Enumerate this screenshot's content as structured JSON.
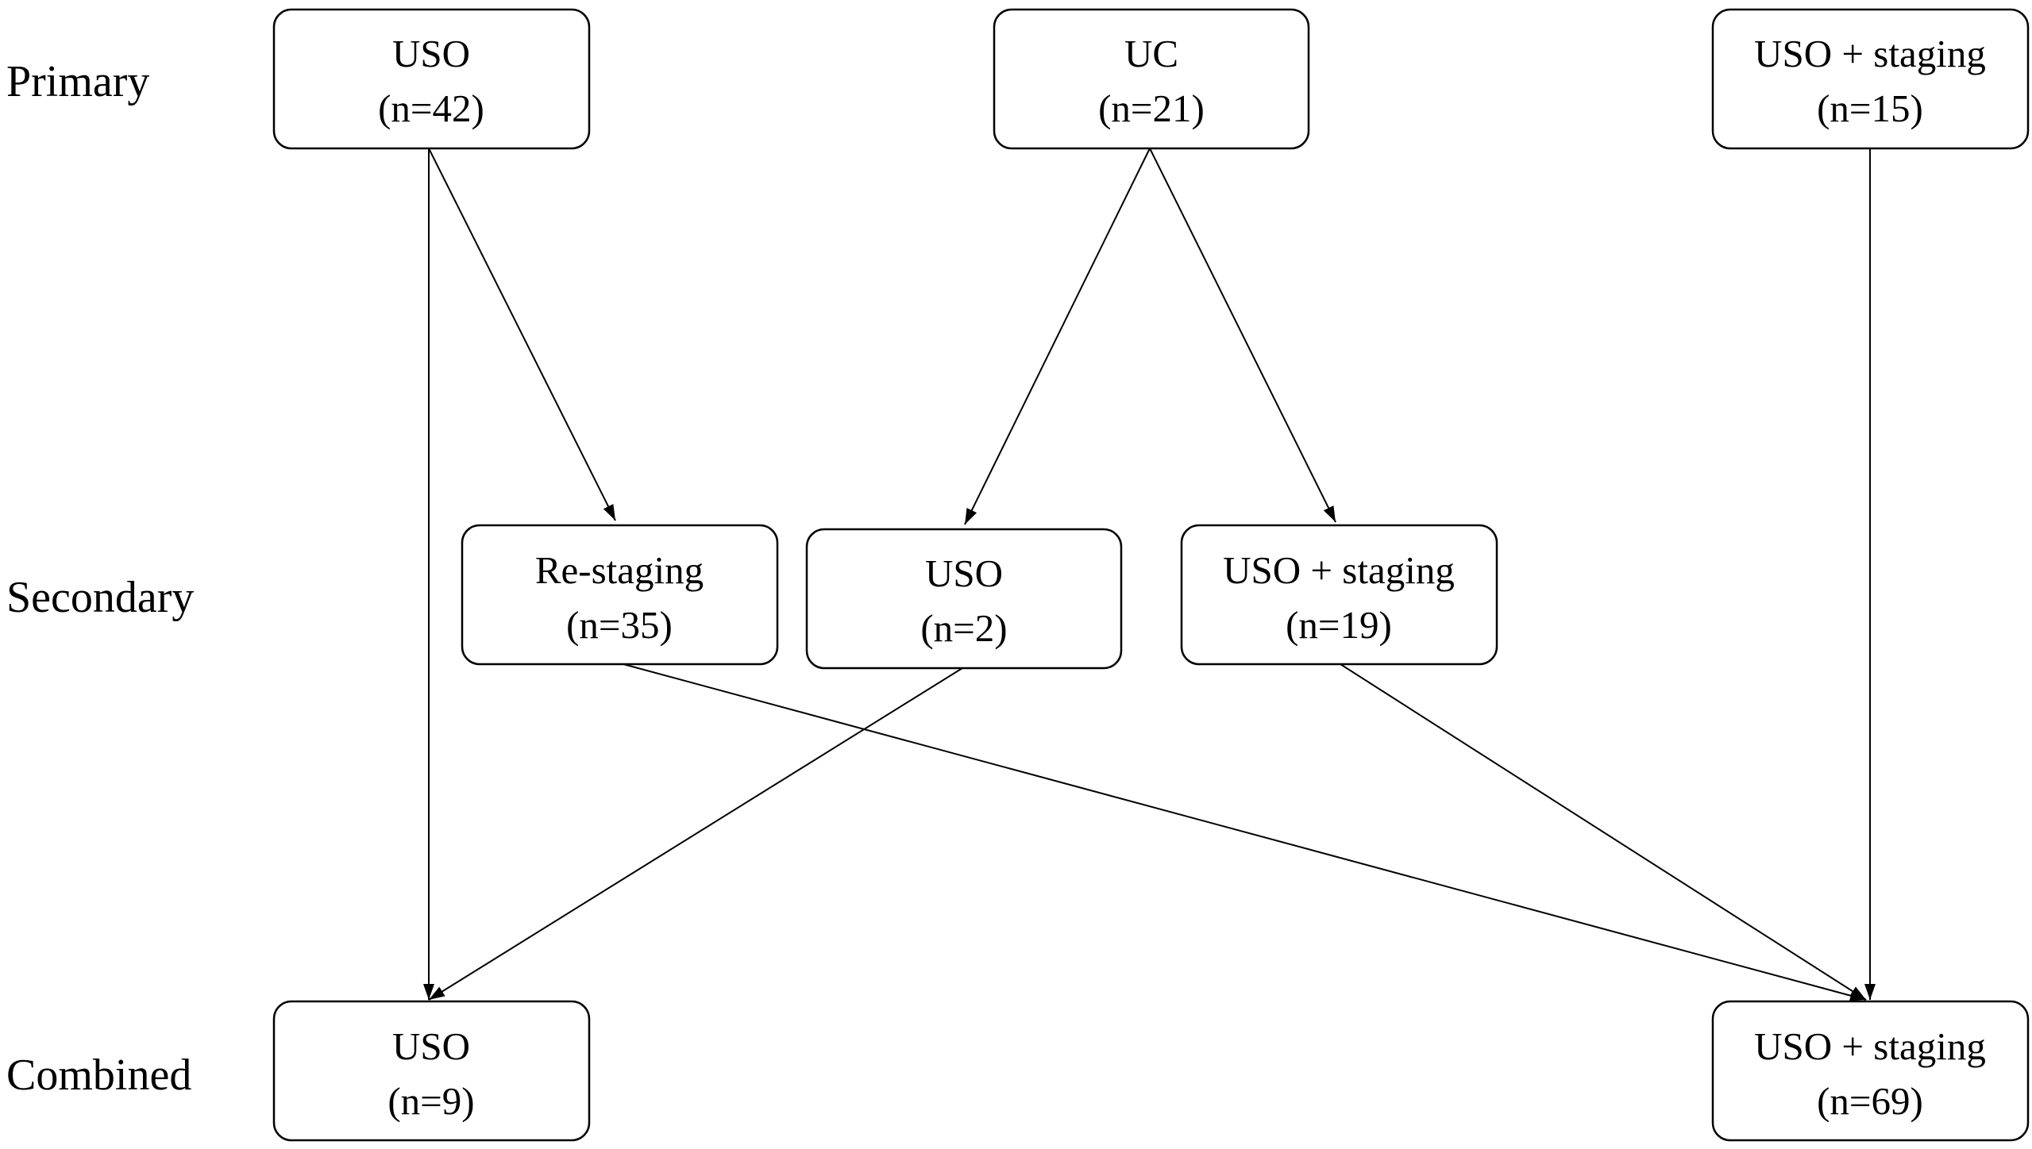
{
  "row_labels": {
    "primary": "Primary",
    "secondary": "Secondary",
    "combined": "Combined"
  },
  "nodes": {
    "primary_uso": {
      "line1": "USO",
      "line2": "(n=42)"
    },
    "primary_uc": {
      "line1": "UC",
      "line2": "(n=21)"
    },
    "primary_uso_staging": {
      "line1": "USO + staging",
      "line2": "(n=15)"
    },
    "secondary_restaging": {
      "line1": "Re-staging",
      "line2": "(n=35)"
    },
    "secondary_uso": {
      "line1": "USO",
      "line2": "(n=2)"
    },
    "secondary_uso_staging": {
      "line1": "USO + staging",
      "line2": "(n=19)"
    },
    "combined_uso": {
      "line1": "USO",
      "line2": "(n=9)"
    },
    "combined_uso_staging": {
      "line1": "USO + staging",
      "line2": "(n=69)"
    }
  },
  "edges": [
    {
      "from": "primary_uso",
      "to": "combined_uso"
    },
    {
      "from": "primary_uso",
      "to": "secondary_restaging"
    },
    {
      "from": "primary_uc",
      "to": "secondary_uso"
    },
    {
      "from": "primary_uc",
      "to": "secondary_uso_staging"
    },
    {
      "from": "primary_uso_staging",
      "to": "combined_uso_staging"
    },
    {
      "from": "secondary_restaging",
      "to": "combined_uso_staging"
    },
    {
      "from": "secondary_uso",
      "to": "combined_uso"
    },
    {
      "from": "secondary_uso_staging",
      "to": "combined_uso_staging"
    }
  ]
}
